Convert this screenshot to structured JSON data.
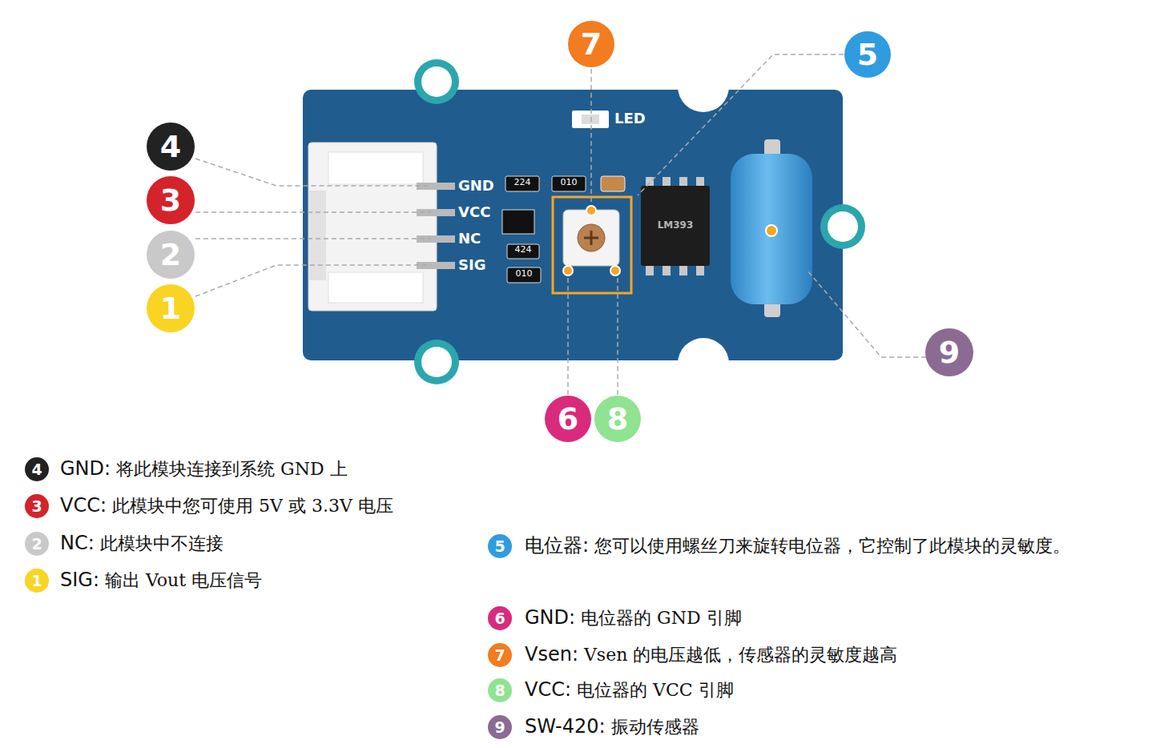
{
  "diagram": {
    "nodes": [
      {
        "text": [
          "7"
        ]
      },
      {
        "text": [
          "5"
        ]
      },
      {
        "text": [
          "4"
        ]
      },
      {
        "text": [
          "3"
        ]
      },
      {
        "text": [
          "2"
        ]
      },
      {
        "text": [
          "1"
        ]
      },
      {
        "text": [
          "9"
        ]
      },
      {
        "text": [
          "6"
        ]
      },
      {
        "text": [
          "8"
        ]
      },
      {
        "text": [
          "4"
        ]
      },
      {
        "text": [
          "3"
        ]
      },
      {
        "text": [
          "2"
        ]
      },
      {
        "text": [
          "1"
        ]
      },
      {
        "text": [
          "5"
        ]
      },
      {
        "text": [
          "6"
        ]
      },
      {
        "text": [
          "7"
        ]
      },
      {
        "text": [
          "8"
        ]
      },
      {
        "text": [
          "9"
        ]
      }
    ],
    "labels": [
      "LED",
      "224",
      "010",
      "GND",
      "VCC",
      "NC",
      "SIG",
      "424",
      "010",
      "LM393",
      "GND: 将此模块连接到系统 GND 上",
      "VCC: 此模块中您可使用 5V 或 3.3V 电压",
      "NC: 此模块中不连接",
      "SIG: 输出 Vout 电压信号",
      "电位器: 您可以使用螺丝刀来旋转电位器，它控制了此模块的灵敏度。",
      "GND: 电位器的 GND 引脚",
      "Vsen: Vsen 的电压越低，传感器的灵敏度越高",
      "VCC: 电位器的 VCC 引脚",
      "SW-420: 振动传感器"
    ]
  }
}
